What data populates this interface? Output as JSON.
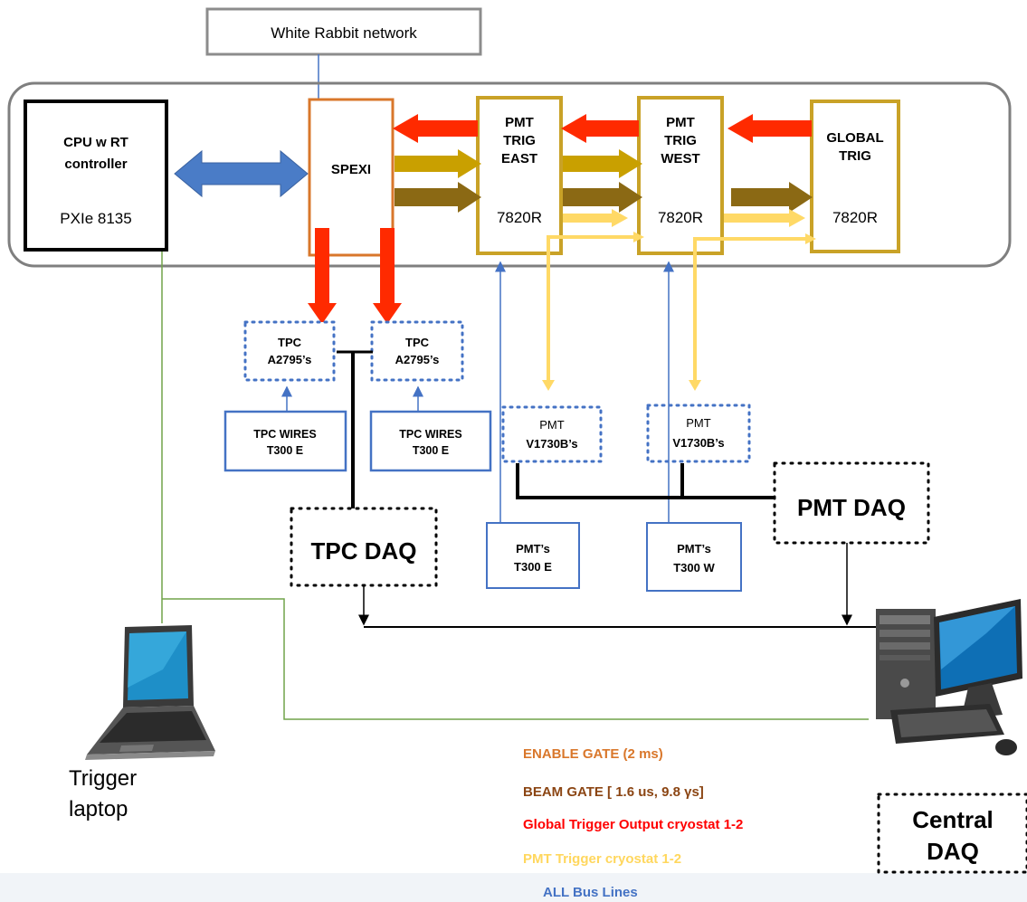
{
  "network": {
    "label": "White Rabbit network"
  },
  "crate": {
    "cpu": {
      "line1": "CPU w RT",
      "line2": "controller",
      "line3": "PXIe 8135"
    },
    "spexi": {
      "label": "SPEXI"
    },
    "pmt_trig_east": {
      "line1": "PMT",
      "line2": "TRIG",
      "line3": "EAST",
      "line4": "7820R"
    },
    "pmt_trig_west": {
      "line1": "PMT",
      "line2": "TRIG",
      "line3": "WEST",
      "line4": "7820R"
    },
    "global_trig": {
      "line1": "GLOBAL",
      "line2": "TRIG",
      "line3": "7820R"
    }
  },
  "tpc": {
    "a2795_left": {
      "line1": "TPC",
      "line2": "A2795’s"
    },
    "a2795_right": {
      "line1": "TPC",
      "line2": "A2795’s"
    },
    "wires_left": {
      "line1": "TPC WIRES",
      "line2": "T300 E"
    },
    "wires_right": {
      "line1": "TPC WIRES",
      "line2": "T300 E"
    },
    "daq": {
      "label": "TPC DAQ"
    }
  },
  "pmt": {
    "v1730_left": {
      "line1": "PMT",
      "line2": "V1730B’s"
    },
    "v1730_right": {
      "line1": "PMT",
      "line2": "V1730B’s"
    },
    "pmts_east": {
      "line1": "PMT’s",
      "line2": "T300 E"
    },
    "pmts_west": {
      "line1": "PMT’s",
      "line2": "T300 W"
    },
    "daq": {
      "label": "PMT DAQ"
    }
  },
  "central_daq": {
    "line1": "Central",
    "line2": "DAQ"
  },
  "trigger_laptop": {
    "line1": "Trigger",
    "line2": "laptop"
  },
  "legend": {
    "enable_gate": "ENABLE GATE (2 ms)",
    "beam_gate": "BEAM GATE [ 1.6 us, 9.8 γs]",
    "global_trigger": "Global Trigger Output cryostat 1-2",
    "pmt_trigger": "PMT Trigger cryostat  1-2",
    "bus_lines": "ALL Bus Lines"
  },
  "colors": {
    "enable_gate": "#d9772b",
    "beam_gate": "#8b5a1e",
    "global_trigger": "#ff2a00",
    "pmt_trigger": "#ffd966",
    "bus_lines": "#4472c4",
    "card_border": "#c9a227",
    "laptop_link": "#70a44a"
  }
}
